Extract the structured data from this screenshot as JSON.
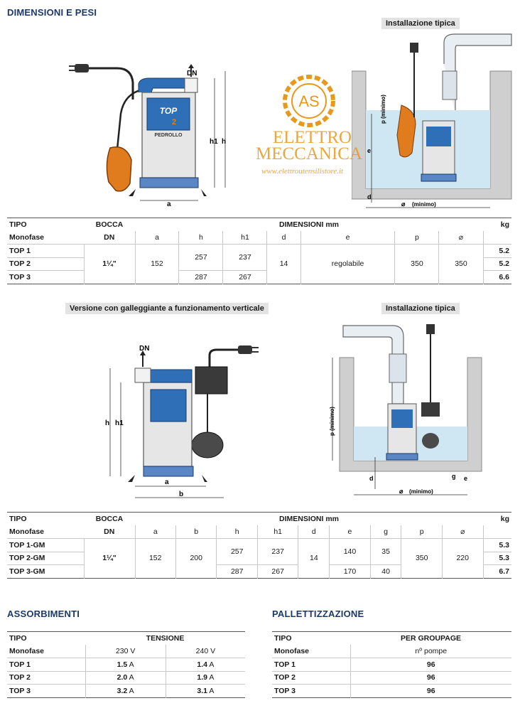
{
  "section1": {
    "title": "DIMENSIONI E PESI",
    "install_caption": "Installazione tipica",
    "pump_labels": {
      "dn": "DN",
      "h1": "h1",
      "h": "h",
      "a": "a",
      "logo": "TOP",
      "logo_num": "2",
      "brand": "PEDROLLO"
    },
    "install_labels": {
      "e": "e",
      "d": "d",
      "p": "p (minimo)",
      "min": "(minimo)",
      "phi": "⌀"
    },
    "table": {
      "hdr_tipo": "TIPO",
      "hdr_bocca": "BOCCA",
      "hdr_dim": "DIMENSIONI mm",
      "hdr_kg": "kg",
      "sub_monofase": "Monofase",
      "sub_dn": "DN",
      "cols": [
        "a",
        "h",
        "h1",
        "d",
        "e",
        "p",
        "⌀"
      ],
      "rows": [
        {
          "tipo": "TOP 1",
          "kg": "5.2"
        },
        {
          "tipo": "TOP 2",
          "kg": "5.2"
        },
        {
          "tipo": "TOP 3",
          "kg": "6.6"
        }
      ],
      "dn": "1¼\"",
      "a": "152",
      "h_12": "257",
      "h1_12": "237",
      "h_3": "287",
      "h1_3": "267",
      "d": "14",
      "e": "regolabile",
      "p": "350",
      "phi": "350"
    }
  },
  "section2": {
    "caption_left": "Versione con galleggiante a funzionamento verticale",
    "caption_right": "Installazione tipica",
    "pump_labels": {
      "dn": "DN",
      "h": "h",
      "h1": "h1",
      "a": "a",
      "b": "b"
    },
    "install_labels": {
      "p": "p (minimo)",
      "d": "d",
      "g": "g",
      "e": "e",
      "min": "(minimo)",
      "phi": "⌀"
    },
    "table": {
      "hdr_tipo": "TIPO",
      "hdr_bocca": "BOCCA",
      "hdr_dim": "DIMENSIONI mm",
      "hdr_kg": "kg",
      "sub_monofase": "Monofase",
      "sub_dn": "DN",
      "cols": [
        "a",
        "b",
        "h",
        "h1",
        "d",
        "e",
        "g",
        "p",
        "⌀"
      ],
      "rows": [
        {
          "tipo": "TOP 1-GM",
          "kg": "5.3"
        },
        {
          "tipo": "TOP 2-GM",
          "kg": "5.3"
        },
        {
          "tipo": "TOP 3-GM",
          "kg": "6.7"
        }
      ],
      "dn": "1¼\"",
      "a": "152",
      "b": "200",
      "h_12": "257",
      "h1_12": "237",
      "h_3": "287",
      "h1_3": "267",
      "d": "14",
      "e_12": "140",
      "g_12": "35",
      "e_3": "170",
      "g_3": "40",
      "p": "350",
      "phi": "220"
    }
  },
  "assorbimenti": {
    "title": "ASSORBIMENTI",
    "hdr_tipo": "TIPO",
    "hdr_tensione": "TENSIONE",
    "sub_monofase": "Monofase",
    "v1": "230 V",
    "v2": "240 V",
    "rows": [
      {
        "tipo": "TOP 1",
        "a230": "1.5",
        "a240": "1.4"
      },
      {
        "tipo": "TOP 2",
        "a230": "2.0",
        "a240": "1.9"
      },
      {
        "tipo": "TOP 3",
        "a230": "3.2",
        "a240": "3.1"
      }
    ],
    "unit": "A"
  },
  "pallettizzazione": {
    "title": "PALLETTIZZAZIONE",
    "hdr_tipo": "TIPO",
    "hdr_per": "PER GROUPAGE",
    "sub_monofase": "Monofase",
    "sub_pompe": "nº pompe",
    "rows": [
      {
        "tipo": "TOP 1",
        "n": "96"
      },
      {
        "tipo": "TOP 2",
        "n": "96"
      },
      {
        "tipo": "TOP 3",
        "n": "96"
      }
    ]
  },
  "watermark": {
    "line1": "ELETTRO",
    "line2": "MECCANICA",
    "url": "www.elettroutensilistore.it",
    "monogram": "AS"
  },
  "colors": {
    "heading": "#1b3a6b",
    "pump_blue": "#2f6fb8",
    "float_orange": "#e07b1e",
    "water": "#cfe6f3",
    "wall": "#cfcfcf",
    "watermark": "#e8981a"
  }
}
